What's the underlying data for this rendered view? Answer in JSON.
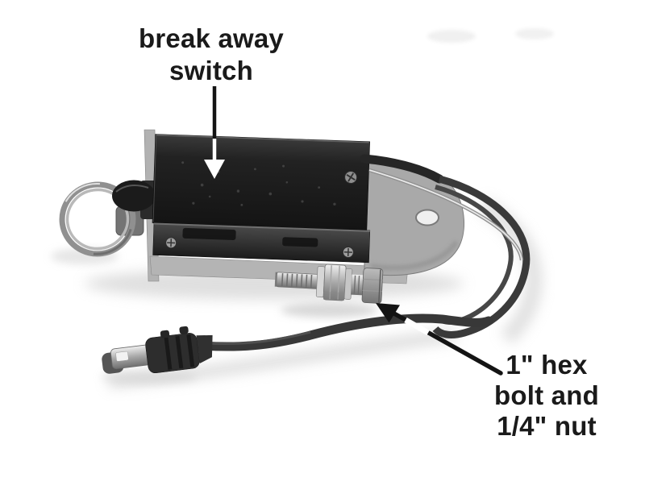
{
  "figure": {
    "background_color": "#ffffff",
    "subject": "breakaway switch product photo"
  },
  "labels": {
    "breakaway_switch": {
      "line1": "break away",
      "line2": "switch"
    },
    "hex_bolt": {
      "line1": "1\" hex",
      "line2": "bolt and",
      "line3": "1/4\" nut"
    }
  },
  "colors": {
    "label_text": "#1a1a1a",
    "switch_body": "#1e1e1e",
    "bracket_metal": "#a9a9a9",
    "pull_ring": "#909090",
    "cable": "#383838",
    "arrow_on_white": "#141414",
    "arrow_on_dark": "#ffffff",
    "shadow": "#c9c9c9"
  }
}
